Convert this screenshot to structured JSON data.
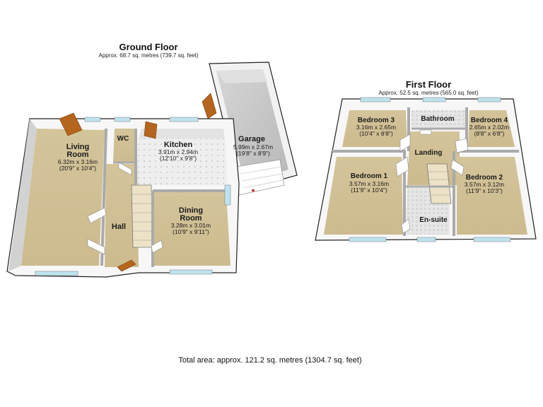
{
  "ground_floor": {
    "title": "Ground Floor",
    "area": "Approx. 68.7 sq. metres (739.7 sq. feet)",
    "rooms": {
      "living_room": {
        "name_line1": "Living",
        "name_line2": "Room",
        "dim_m": "6.32m x 3.16m",
        "dim_ft": "(20'9\" x 10'4\")"
      },
      "wc": {
        "name": "WC"
      },
      "kitchen": {
        "name": "Kitchen",
        "dim_m": "3.91m x 2.94m",
        "dim_ft": "(12'10\" x 9'8\")"
      },
      "garage": {
        "name": "Garage",
        "dim_m": "5.99m x 2.67m",
        "dim_ft": "(19'8\" x 8'9\")"
      },
      "hall": {
        "name": "Hall"
      },
      "dining_room": {
        "name_line1": "Dining",
        "name_line2": "Room",
        "dim_m": "3.28m x 3.01m",
        "dim_ft": "(10'9\" x 9'11\")"
      }
    }
  },
  "first_floor": {
    "title": "First Floor",
    "area": "Approx. 52.5 sq. metres (565.0 sq. feet)",
    "rooms": {
      "bedroom3": {
        "name": "Bedroom 3",
        "dim_m": "3.16m x 2.65m",
        "dim_ft": "(10'4\" x 8'8\")"
      },
      "bathroom": {
        "name": "Bathroom"
      },
      "bedroom4": {
        "name": "Bedroom 4",
        "dim_m": "2.65m x 2.02m",
        "dim_ft": "(8'8\" x 6'8\")"
      },
      "landing": {
        "name": "Landing"
      },
      "bedroom1": {
        "name": "Bedroom 1",
        "dim_m": "3.57m x 3.16m",
        "dim_ft": "(11'9\" x 10'4\")"
      },
      "bedroom2": {
        "name": "Bedroom 2",
        "dim_m": "3.57m x 3.12m",
        "dim_ft": "(11'9\" x 10'3\")"
      },
      "ensuite": {
        "name": "En-suite"
      }
    }
  },
  "total_area": "Total area: approx. 121.2 sq. metres (1304.7 sq. feet)",
  "colors": {
    "wall": "#f5f5f5",
    "wall_shade": "#c8c8c8",
    "wall_outline": "#222222",
    "carpet": "#d9c9a0",
    "tile": "#e8e8e8",
    "garage_floor": "#c4c4c4",
    "door": "#b5651d",
    "window": "#bfe3ee"
  }
}
